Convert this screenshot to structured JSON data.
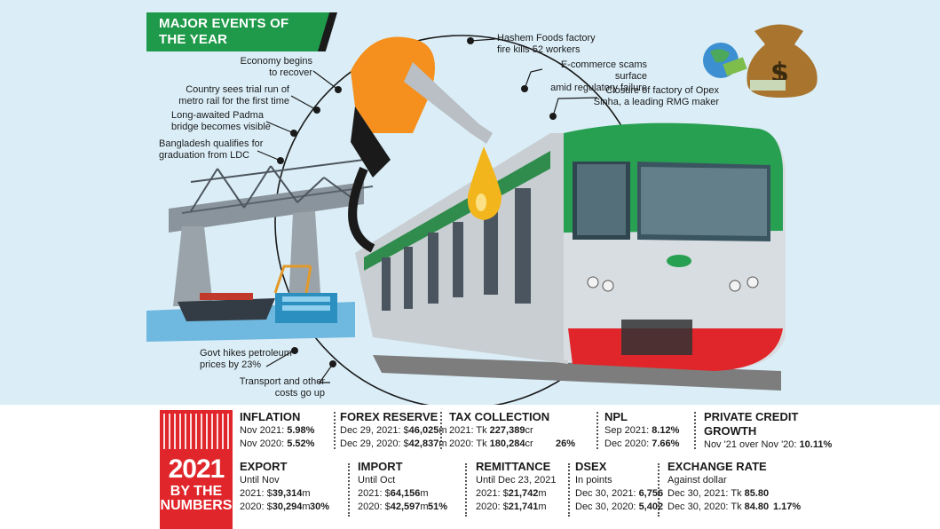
{
  "title": {
    "line1": "MAJOR EVENTS OF",
    "line2": "THE YEAR"
  },
  "events": {
    "economy": {
      "l1": "Economy begins",
      "l2": "to recover"
    },
    "metro": {
      "l1": "Country sees trial run of",
      "l2": "metro rail for the first time"
    },
    "padma": {
      "l1": "Long-awaited Padma",
      "l2": "bridge becomes visible"
    },
    "ldc": {
      "l1": "Bangladesh qualifies for",
      "l2": "graduation from LDC"
    },
    "hashem": {
      "l1": "Hashem Foods factory",
      "l2": "fire kills 52 workers"
    },
    "ecommerce": {
      "l1": "E-commerce scams surface",
      "l2": "amid regulatory failure"
    },
    "opex": {
      "l1": "Closure of factory of Opex",
      "l2": "Sinha, a leading RMG maker"
    },
    "petrol": {
      "l1": "Govt hikes petroleum",
      "l2": "prices by 23%"
    },
    "transport": {
      "l1": "Transport and other",
      "l2": "costs go up"
    }
  },
  "badge": {
    "year": "2021",
    "line1": "BY THE",
    "line2": "NUMBERS"
  },
  "stats": {
    "inflation": {
      "h": "INFLATION",
      "a_lbl": "Nov 2021: ",
      "a_val": "5.98%",
      "b_lbl": "Nov 2020: ",
      "b_val": "5.52%"
    },
    "forex": {
      "h": "FOREX RESERVE",
      "a_lbl": "Dec 29, 2021: $",
      "a_val": "46,025",
      "a_unit": "m",
      "b_lbl": "Dec 29, 2020: $",
      "b_val": "42,837",
      "b_unit": "m"
    },
    "tax": {
      "h": "TAX COLLECTION",
      "a_lbl": "2021: Tk ",
      "a_val": "227,389",
      "a_unit": "cr",
      "b_lbl": "2020: Tk ",
      "b_val": "180,284",
      "b_unit": "cr",
      "pct": "26%"
    },
    "npl": {
      "h": "NPL",
      "a_lbl": "Sep 2021: ",
      "a_val": "8.12%",
      "b_lbl": "Dec 2020: ",
      "b_val": "7.66%"
    },
    "credit": {
      "h1": "PRIVATE CREDIT",
      "h2": "GROWTH",
      "a_lbl": "Nov '21 over Nov '20: ",
      "a_val": "10.11%"
    },
    "export": {
      "h": "EXPORT",
      "sub": "Until Nov",
      "a_lbl": "2021: $",
      "a_val": "39,314",
      "a_unit": "m",
      "b_lbl": "2020: $",
      "b_val": "30,294",
      "b_unit": "m",
      "pct": "30%"
    },
    "import": {
      "h": "IMPORT",
      "sub": "Until Oct",
      "a_lbl": "2021: $",
      "a_val": "64,156",
      "a_unit": "m",
      "b_lbl": "2020:  $",
      "b_val": "42,597",
      "b_unit": "m",
      "pct": "51%"
    },
    "remit": {
      "h": "REMITTANCE",
      "sub": "Until Dec 23, 2021",
      "a_lbl": "2021: $",
      "a_val": "21,742",
      "a_unit": "m",
      "b_lbl": "2020: $",
      "b_val": "21,741",
      "b_unit": "m"
    },
    "dsex": {
      "h": "DSEX",
      "sub": "In points",
      "a_lbl": "Dec 30, 2021: ",
      "a_val": "6,756",
      "b_lbl": "Dec 30, 2020: ",
      "b_val": "5,402"
    },
    "fx": {
      "h": "EXCHANGE RATE",
      "sub": "Against dollar",
      "a_lbl": "Dec 30, 2021: Tk ",
      "a_val": "85.80",
      "b_lbl": "Dec 30, 2020: Tk ",
      "b_val": "84.80",
      "pct": "1.17%"
    }
  },
  "colors": {
    "green": "#1f9a4a",
    "red": "#e0262b",
    "orange": "#f5901e",
    "sky": "#dbeef7"
  },
  "icons": [
    "bridge-illustration",
    "fuel-nozzle-illustration",
    "metro-train-illustration",
    "money-bag-illustration",
    "cargo-ship-illustration"
  ]
}
